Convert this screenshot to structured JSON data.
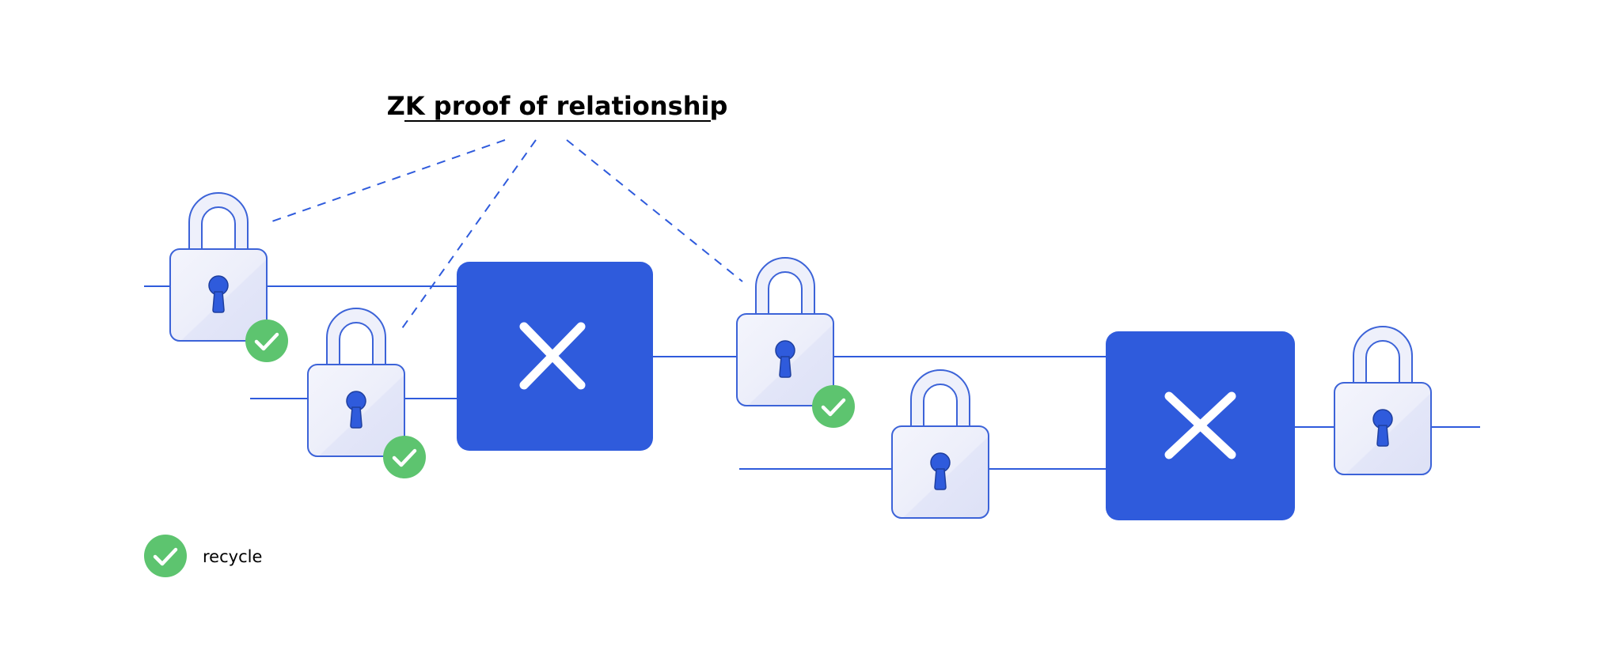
{
  "diagram": {
    "title": "ZK proof of relationship",
    "legend": {
      "label": "recycle",
      "icon": "check-icon"
    },
    "colors": {
      "accent": "#2f5bdc",
      "lock_fill": "#eef0fb",
      "lock_stroke": "#3c63d8",
      "keyhole": "#2f5bdc",
      "check": "#5dc46f",
      "line": "#2f5bdc"
    },
    "nodes": {
      "locks": [
        {
          "id": "lock-1",
          "recycled": true
        },
        {
          "id": "lock-2",
          "recycled": true
        },
        {
          "id": "lock-3",
          "recycled": true
        },
        {
          "id": "lock-4",
          "recycled": false
        },
        {
          "id": "lock-5",
          "recycled": false
        }
      ],
      "operations": [
        {
          "id": "op-1",
          "icon": "x-icon"
        },
        {
          "id": "op-2",
          "icon": "x-icon"
        }
      ]
    }
  }
}
